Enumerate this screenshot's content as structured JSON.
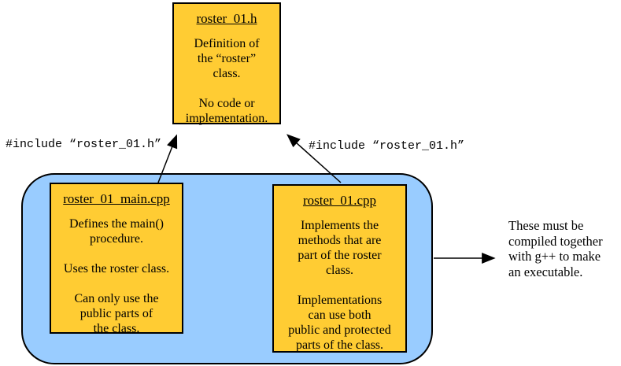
{
  "colors": {
    "box_fill": "#FFCC33",
    "container_fill": "#99CCFF",
    "border": "#000000",
    "background": "#FFFFFF"
  },
  "header_box": {
    "title": "roster_01.h",
    "description": "Definition of\nthe “roster”\nclass.\n\nNo code or\nimplementation."
  },
  "main_box": {
    "title": "roster_01_main.cpp",
    "description": "Defines the main()\nprocedure.\n\nUses the roster class.\n\nCan only use the\npublic parts of\nthe class."
  },
  "impl_box": {
    "title": "roster_01.cpp",
    "description": "Implements the\nmethods that are\npart of the roster\nclass.\n\nImplementations\ncan use both\npublic and protected\nparts of the class."
  },
  "labels": {
    "include_left": "#include “roster_01.h”",
    "include_right": "#include “roster_01.h”",
    "compile_note": "These must be\ncompiled together\nwith g++ to make\nan executable."
  }
}
